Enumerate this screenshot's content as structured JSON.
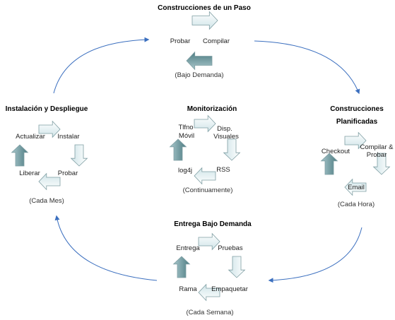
{
  "colors": {
    "arrow_fill_light": "#eef6f8",
    "arrow_fill_dark": "#5e8c92",
    "arrow_stroke": "#7f9ea3",
    "connector": "#3b6fbf"
  },
  "cycles": {
    "top": {
      "title": "Construcciones de un Paso",
      "labels": [
        "Probar",
        "Compilar"
      ],
      "frequency": "(Bajo Demanda)"
    },
    "left": {
      "title": "Instalación y Despliegue",
      "labels": [
        "Actualizar",
        "Instalar",
        "Probar",
        "Liberar"
      ],
      "frequency": "(Cada Mes)"
    },
    "center": {
      "title": "Monitorización",
      "labels": [
        "Tlfno",
        "Móvil",
        "Disp.",
        "Visuales",
        "RSS",
        "log4j"
      ],
      "frequency": "(Continuamente)"
    },
    "right": {
      "title_line1": "Construcciones",
      "title_line2": "Planificadas",
      "labels": [
        "Checkout",
        "Compilar &",
        "Probar",
        "Email"
      ],
      "frequency": "(Cada Hora)"
    },
    "bottom": {
      "title": "Entrega Bajo Demanda",
      "labels": [
        "Entrega",
        "Pruebas",
        "Empaquetar",
        "Rama"
      ],
      "frequency": "(Cada Semana)"
    }
  }
}
